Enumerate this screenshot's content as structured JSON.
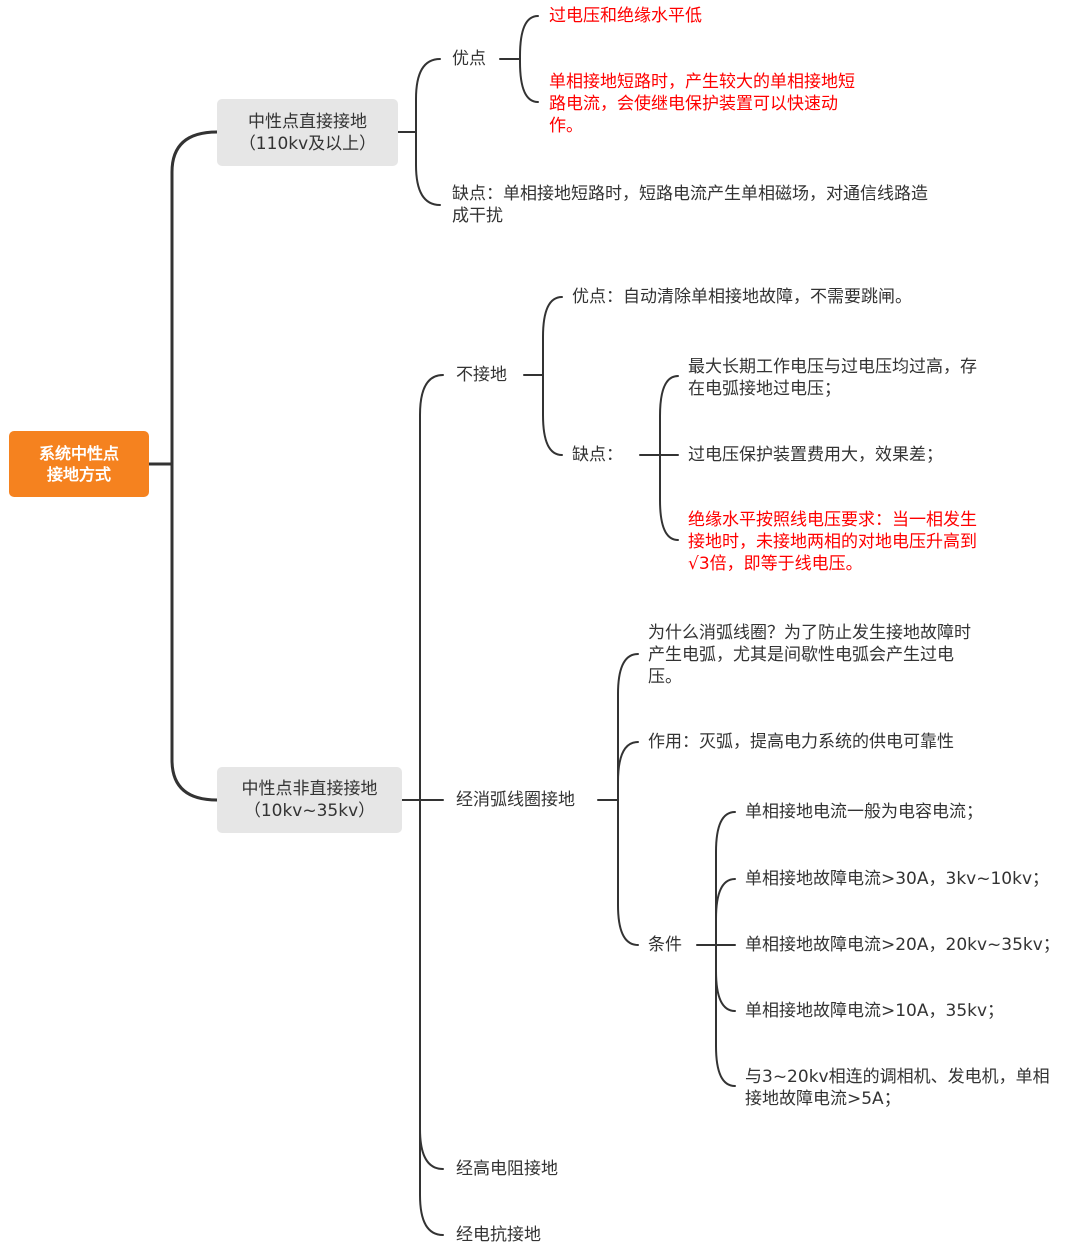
{
  "root": {
    "line1": "系统中性点",
    "line2": "接地方式"
  },
  "direct": {
    "line1": "中性点直接接地",
    "line2": "（110kv及以上）",
    "pros_label": "优点",
    "pros": [
      "过电压和绝缘水平低",
      "单相接地短路时，产生较大的单相接地短",
      "路电流，会使继电保护装置可以快速动",
      "作。"
    ],
    "cons": [
      "缺点：单相接地短路时，短路电流产生单相磁场，对通信线路造",
      "成干扰"
    ]
  },
  "indirect": {
    "line1": "中性点非直接接地",
    "line2": "（10kv~35kv）",
    "ungrounded": {
      "label": "不接地",
      "pros": "优点：自动清除单相接地故障，不需要跳闸。",
      "cons_label": "缺点：",
      "cons": [
        [
          "最大长期工作电压与过电压均过高，存",
          "在电弧接地过电压；"
        ],
        [
          "过电压保护装置费用大，效果差；"
        ],
        [
          "绝缘水平按照线电压要求：当一相发生",
          "接地时，未接地两相的对地电压升高到",
          "√3倍，即等于线电压。"
        ]
      ]
    },
    "coil": {
      "label": "经消弧线圈接地",
      "why": [
        "为什么消弧线圈？为了防止发生接地故障时",
        "产生电弧，尤其是间歇性电弧会产生过电",
        "压。"
      ],
      "function": "作用：灭弧，提高电力系统的供电可靠性",
      "cond_label": "条件",
      "conditions": [
        [
          "单相接地电流一般为电容电流；"
        ],
        [
          "单相接地故障电流>30A，3kv~10kv；"
        ],
        [
          "单相接地故障电流>20A，20kv~35kv；"
        ],
        [
          "单相接地故障电流>10A，35kv；"
        ],
        [
          "与3~20kv相连的调相机、发电机，单相",
          "接地故障电流>5A；"
        ]
      ]
    },
    "high_resistance": "经高电阻接地",
    "reactance": "经电抗接地"
  },
  "colors": {
    "root": "#f5821f",
    "node": "#e6e6e6",
    "highlight": "#ff0000",
    "line": "#333333"
  }
}
